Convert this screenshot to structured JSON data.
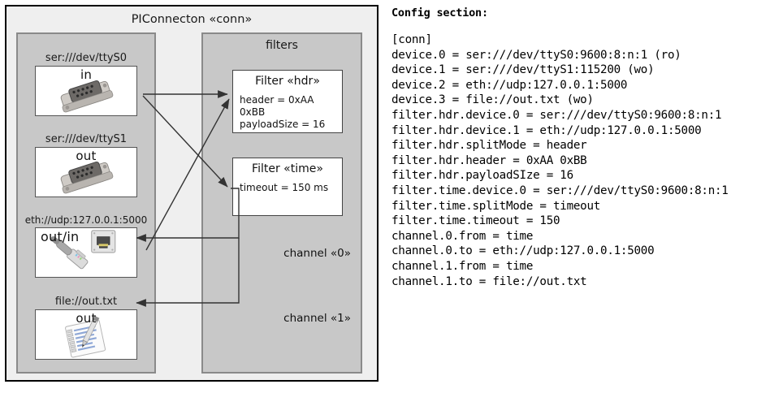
{
  "diagram": {
    "title": "PIConnecton «conn»",
    "devices_panel": {
      "name": "devices",
      "groups": [
        {
          "label": "ser:///dev/ttyS0",
          "direction": "in",
          "icon": "serial-port-icon"
        },
        {
          "label": "ser:///dev/ttyS1",
          "direction": "out",
          "icon": "serial-port-icon"
        },
        {
          "label": "eth://udp:127.0.0.1:5000",
          "direction": "out/in",
          "icon": "ethernet-socket-icon"
        },
        {
          "label": "file://out.txt",
          "direction": "out",
          "icon": "text-document-icon"
        }
      ]
    },
    "filters_panel": {
      "title": "filters",
      "filters": [
        {
          "title": "Filter «hdr»",
          "props": [
            "header = 0xAA 0xBB",
            "payloadSize = 16"
          ]
        },
        {
          "title": "Filter «time»",
          "props": [
            "timeout = 150 ms"
          ]
        }
      ]
    },
    "channels": [
      {
        "label": "channel «0»"
      },
      {
        "label": "channel «1»"
      }
    ]
  },
  "config": {
    "heading": "Config section:",
    "lines": [
      "[conn]",
      "device.0 = ser:///dev/ttyS0:9600:8:n:1 (ro)",
      "device.1 = ser:///dev/ttyS1:115200 (wo)",
      "device.2 = eth://udp:127.0.0.1:5000",
      "device.3 = file://out.txt (wo)",
      "filter.hdr.device.0 = ser:///dev/ttyS0:9600:8:n:1",
      "filter.hdr.device.1 = eth://udp:127.0.0.1:5000",
      "filter.hdr.splitMode = header",
      "filter.hdr.header = 0xAA 0xBB",
      "filter.hdr.payloadSIze = 16",
      "filter.time.device.0 = ser:///dev/ttyS0:9600:8:n:1",
      "filter.time.splitMode = timeout",
      "filter.time.timeout = 150",
      "channel.0.from = time",
      "channel.0.to = eth://udp:127.0.0.1:5000",
      "channel.1.from = time",
      "channel.1.to = file://out.txt"
    ]
  },
  "colors": {
    "frame_border": "#000000",
    "frame_fill": "#efefef",
    "panel_fill": "#c8c8c8",
    "panel_border": "#8a8a8a",
    "box_fill": "#ffffff",
    "line": "#333333"
  }
}
